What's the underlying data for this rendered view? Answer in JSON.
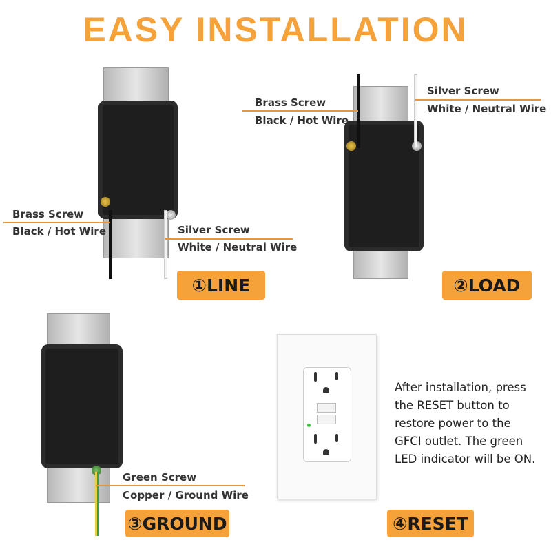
{
  "title": "EASY INSTALLATION",
  "line": {
    "screw1": "Brass Screw",
    "wire1": "Black / Hot Wire",
    "screw2": "Silver Screw",
    "wire2": "White / Neutral Wire",
    "badge": "①LINE"
  },
  "load": {
    "screw1": "Brass Screw",
    "wire1": "Black / Hot Wire",
    "screw2": "Silver Screw",
    "wire2": "White / Neutral Wire",
    "badge": "②LOAD"
  },
  "ground": {
    "screw": "Green Screw",
    "wire": "Copper / Ground Wire",
    "badge": "③GROUND"
  },
  "reset": {
    "lines": [
      "After installation, press",
      "the RESET button to",
      "restore power to the",
      "GFCI outlet. The green",
      "LED indicator will be ON."
    ],
    "badge": "④RESET"
  },
  "colors": {
    "accent": "#f5a23a",
    "led": "#3ec23e"
  }
}
